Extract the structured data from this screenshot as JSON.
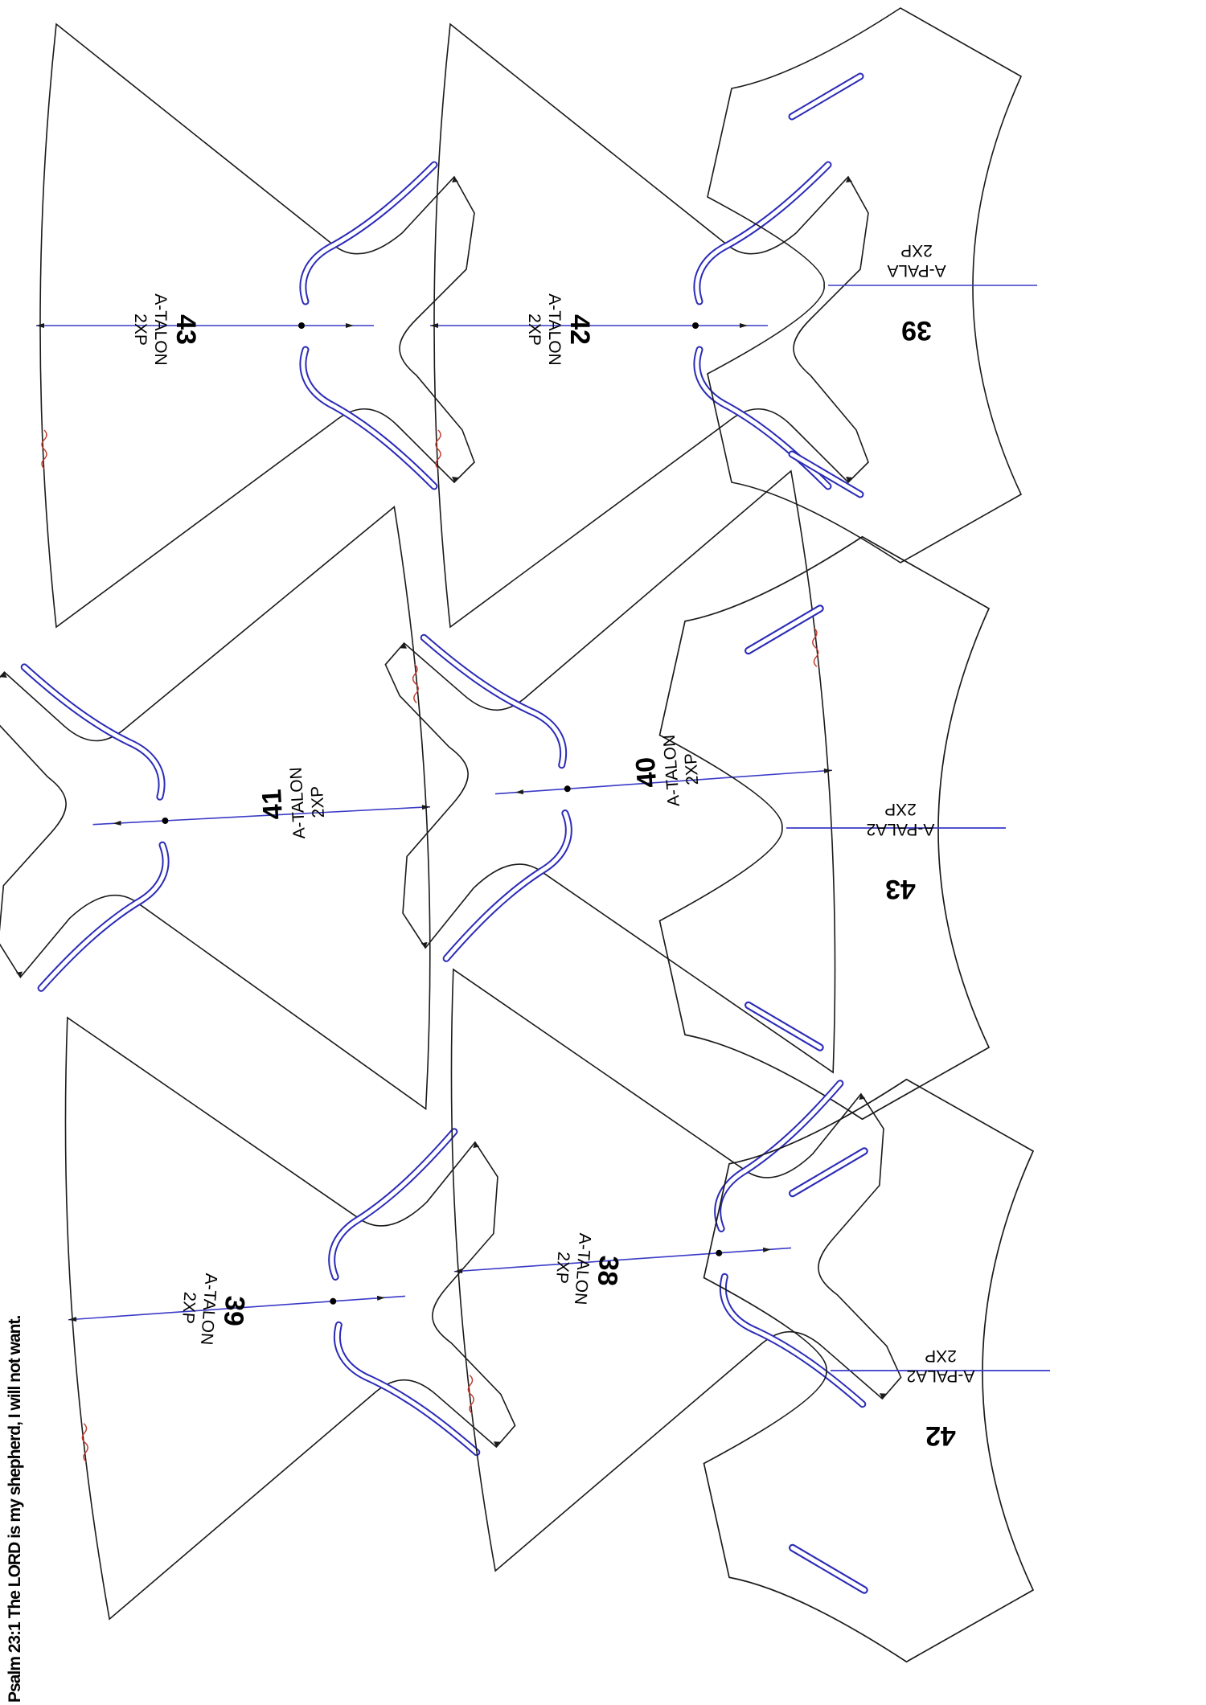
{
  "footer_text": "Psalm 23:1 The LORD is my shepherd, I will not want.",
  "colors": {
    "outline": "#1a1a1a",
    "slot": "#2b2bb8",
    "grainline": "#3a3ac8",
    "wave": "#c0392b"
  },
  "pieces": [
    {
      "id": "talon-43",
      "number": "43",
      "name": "A-TALON",
      "qty": "2XP"
    },
    {
      "id": "talon-42",
      "number": "42",
      "name": "A-TALON",
      "qty": "2XP"
    },
    {
      "id": "pala-39",
      "number": "39",
      "name": "A-PALA",
      "qty": "2XP"
    },
    {
      "id": "talon-41",
      "number": "41",
      "name": "A-TALON",
      "qty": "2XP"
    },
    {
      "id": "talon-40",
      "number": "40",
      "name": "A-TALON",
      "qty": "2XP"
    },
    {
      "id": "pala2-43",
      "number": "43",
      "name": "A-PALA2",
      "qty": "2XP"
    },
    {
      "id": "talon-39",
      "number": "39",
      "name": "A-TALON",
      "qty": "2XP"
    },
    {
      "id": "talon-38",
      "number": "38",
      "name": "A-TALON",
      "qty": "2XP"
    },
    {
      "id": "pala2-42",
      "number": "42",
      "name": "A-PALA2",
      "qty": "2XP"
    }
  ]
}
